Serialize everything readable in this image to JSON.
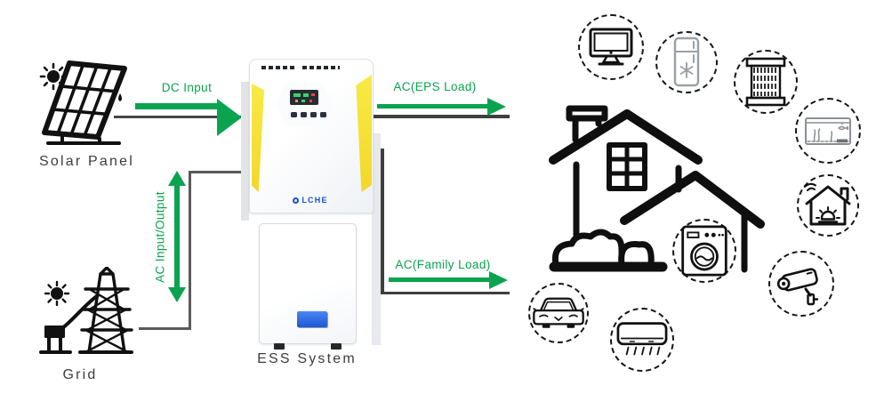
{
  "title": "ESS System energy flow diagram",
  "colors": {
    "flow_green": "#0aa350",
    "wire_gray": "#474747",
    "accent_yellow": "#f5e53a",
    "logo_blue": "#1d50c8",
    "label_dark": "#3d3d3d"
  },
  "nodes": {
    "solar": {
      "label": "Solar Panel"
    },
    "grid": {
      "label": "Grid"
    },
    "ess": {
      "label": "ESS System",
      "brand": "LCHE"
    },
    "home": {
      "name": "house with household loads"
    }
  },
  "flows": {
    "dc_input": {
      "label": "DC Input",
      "from": "solar",
      "to": "ess",
      "direction": "right"
    },
    "ac_input_output": {
      "label": "AC Input/Output",
      "from": "grid",
      "to": "ess",
      "direction": "bidirectional"
    },
    "ac_eps_load": {
      "label": "AC(EPS Load)",
      "from": "ess",
      "to": "home",
      "direction": "right"
    },
    "ac_family_load": {
      "label": "AC(Family Load)",
      "from": "ess",
      "to": "home",
      "direction": "right"
    }
  },
  "loads": [
    {
      "icon": "computer-monitor-icon",
      "name": "computer monitor"
    },
    {
      "icon": "refrigerator-icon",
      "name": "refrigerator"
    },
    {
      "icon": "radiator-heater-icon",
      "name": "radiator heater"
    },
    {
      "icon": "aquarium-icon",
      "name": "aquarium"
    },
    {
      "icon": "smart-home-alarm-icon",
      "name": "smart home alarm"
    },
    {
      "icon": "washing-machine-icon",
      "name": "washing machine"
    },
    {
      "icon": "cctv-camera-icon",
      "name": "security camera"
    },
    {
      "icon": "electric-car-icon",
      "name": "electric car"
    },
    {
      "icon": "air-conditioner-icon",
      "name": "air conditioner"
    }
  ]
}
